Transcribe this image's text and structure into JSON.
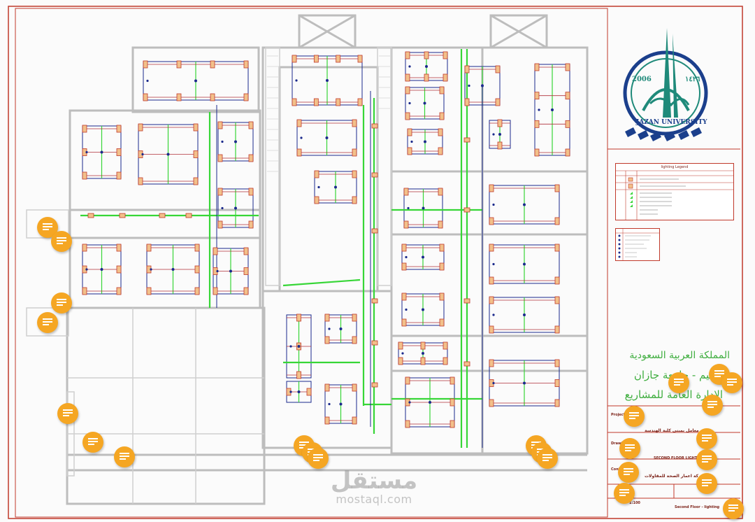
{
  "drawing": {
    "legend": {
      "title": "lighting Legend"
    },
    "title_block": {
      "logo_year_left": "2006",
      "logo_year_right": "١٤٢٦",
      "logo_name": "JAZAN UNIVERSITY",
      "arabic_line1": "المملكة العربية السعودية",
      "arabic_line2": "التعليم - جامعة جازان",
      "arabic_line3": "الادارة العامة للمشاريع",
      "project_label": "Project",
      "project_value": "معامل بمبنى كلية الهندسة",
      "drawing_label": "Drawing",
      "drawing_value": "SECOND FLOOR LIGHTING",
      "contractor_label": "Contractor",
      "contractor_value": "شركة اعمار الصحة للمقاولات",
      "scale_value": "1:100",
      "sheet_title": "Second Floor - lighting"
    }
  },
  "watermark": {
    "arabic": "مستقل",
    "latin": "mostaql.com"
  },
  "comment_pins": [
    {
      "id": "pin-1"
    },
    {
      "id": "pin-2"
    },
    {
      "id": "pin-3"
    },
    {
      "id": "pin-4"
    },
    {
      "id": "pin-5"
    },
    {
      "id": "pin-6"
    },
    {
      "id": "pin-7"
    },
    {
      "id": "pin-8"
    },
    {
      "id": "pin-9"
    },
    {
      "id": "pin-10"
    },
    {
      "id": "pin-11"
    },
    {
      "id": "pin-12"
    },
    {
      "id": "pin-13"
    },
    {
      "id": "pin-14"
    },
    {
      "id": "pin-15"
    },
    {
      "id": "pin-16"
    },
    {
      "id": "pin-17"
    },
    {
      "id": "pin-18"
    },
    {
      "id": "pin-19"
    },
    {
      "id": "pin-20"
    },
    {
      "id": "pin-21"
    },
    {
      "id": "pin-22"
    },
    {
      "id": "pin-23"
    },
    {
      "id": "pin-24"
    }
  ],
  "colors": {
    "frame": "#c0392b",
    "wall": "#bdbdbd",
    "fixture": "#c0392b",
    "fixture_fill": "#f2c08a",
    "circuit_green": "#37d637",
    "circuit_blue": "#1b2a8c",
    "pin": "#f5a623"
  }
}
